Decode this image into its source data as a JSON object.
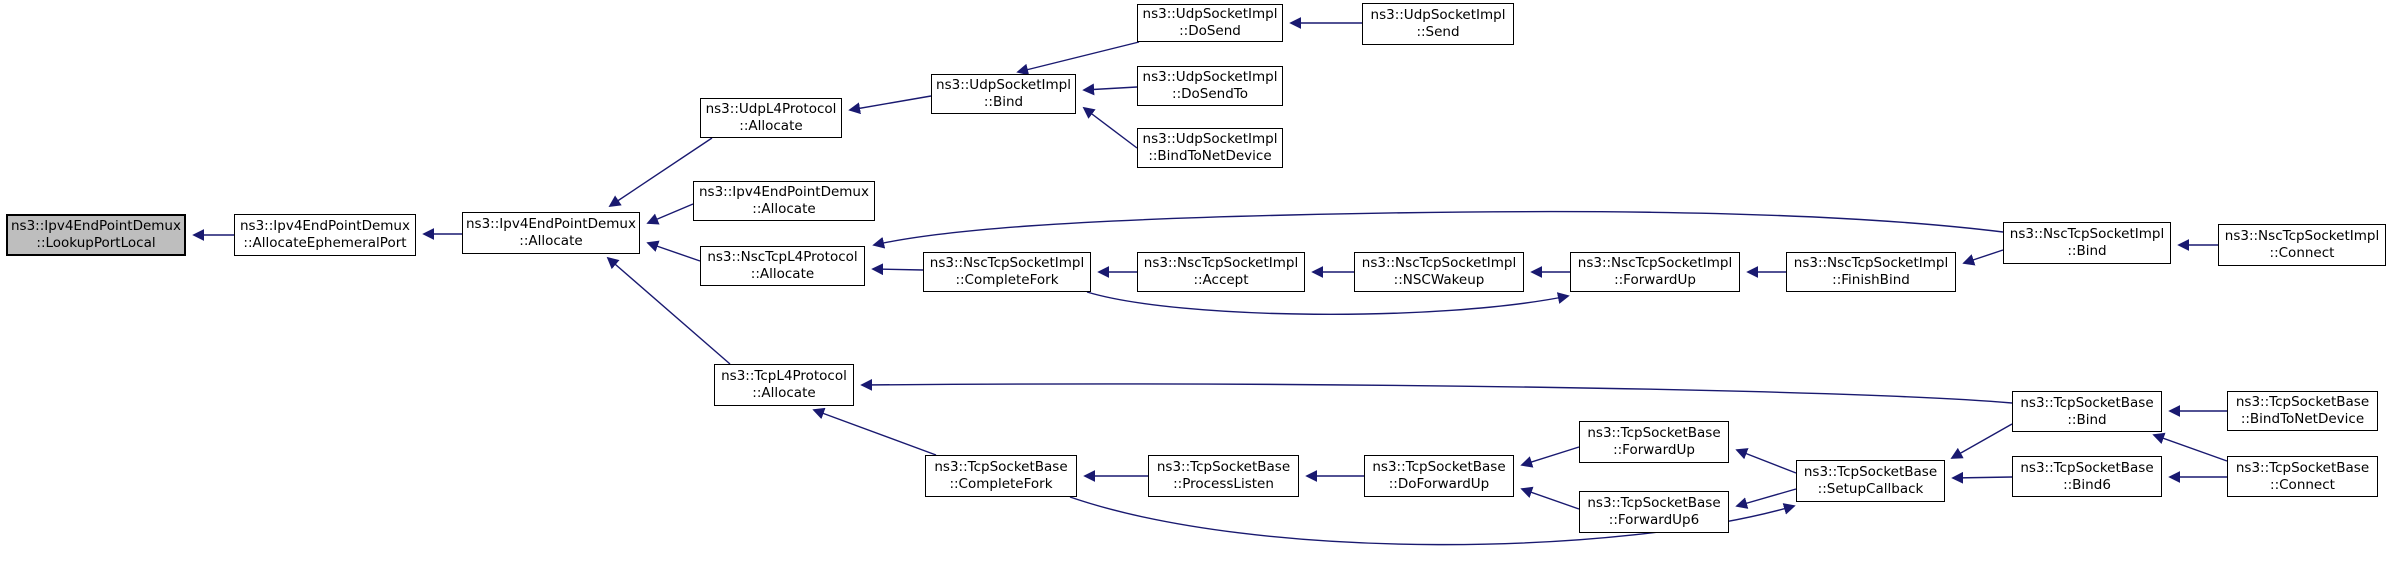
{
  "diagram": {
    "type": "doxygen-caller-graph",
    "root_function": "ns3::Ipv4EndPointDemux::LookupPortLocal"
  },
  "colors": {
    "edge": "#191970",
    "root_fill": "#bebebe",
    "node_fill": "#ffffff",
    "node_border": "#000000"
  },
  "nodes": {
    "root": {
      "l1": "ns3::Ipv4EndPointDemux",
      "l2": "::LookupPortLocal"
    },
    "aep": {
      "l1": "ns3::Ipv4EndPointDemux",
      "l2": "::AllocateEphemeralPort"
    },
    "alloc": {
      "l1": "ns3::Ipv4EndPointDemux",
      "l2": "::Allocate"
    },
    "udpL4": {
      "l1": "ns3::UdpL4Protocol",
      "l2": "::Allocate"
    },
    "allocOv": {
      "l1": "ns3::Ipv4EndPointDemux",
      "l2": "::Allocate"
    },
    "nscL4": {
      "l1": "ns3::NscTcpL4Protocol",
      "l2": "::Allocate"
    },
    "tcpL4": {
      "l1": "ns3::TcpL4Protocol",
      "l2": "::Allocate"
    },
    "udpBind": {
      "l1": "ns3::UdpSocketImpl",
      "l2": "::Bind"
    },
    "doSend": {
      "l1": "ns3::UdpSocketImpl",
      "l2": "::DoSend"
    },
    "send": {
      "l1": "ns3::UdpSocketImpl",
      "l2": "::Send"
    },
    "doSendTo": {
      "l1": "ns3::UdpSocketImpl",
      "l2": "::DoSendTo"
    },
    "bindToNet": {
      "l1": "ns3::UdpSocketImpl",
      "l2": "::BindToNetDevice"
    },
    "nscFork": {
      "l1": "ns3::NscTcpSocketImpl",
      "l2": "::CompleteFork"
    },
    "nscAccept": {
      "l1": "ns3::NscTcpSocketImpl",
      "l2": "::Accept"
    },
    "nscWake": {
      "l1": "ns3::NscTcpSocketImpl",
      "l2": "::NSCWakeup"
    },
    "nscFwd": {
      "l1": "ns3::NscTcpSocketImpl",
      "l2": "::ForwardUp"
    },
    "nscFinish": {
      "l1": "ns3::NscTcpSocketImpl",
      "l2": "::FinishBind"
    },
    "nscBind": {
      "l1": "ns3::NscTcpSocketImpl",
      "l2": "::Bind"
    },
    "nscConn": {
      "l1": "ns3::NscTcpSocketImpl",
      "l2": "::Connect"
    },
    "tcpFork": {
      "l1": "ns3::TcpSocketBase",
      "l2": "::CompleteFork"
    },
    "tcpListen": {
      "l1": "ns3::TcpSocketBase",
      "l2": "::ProcessListen"
    },
    "tcpDoFwd": {
      "l1": "ns3::TcpSocketBase",
      "l2": "::DoForwardUp"
    },
    "tcpFwd": {
      "l1": "ns3::TcpSocketBase",
      "l2": "::ForwardUp"
    },
    "tcpFwd6": {
      "l1": "ns3::TcpSocketBase",
      "l2": "::ForwardUp6"
    },
    "tcpSetup": {
      "l1": "ns3::TcpSocketBase",
      "l2": "::SetupCallback"
    },
    "tcpBind": {
      "l1": "ns3::TcpSocketBase",
      "l2": "::Bind"
    },
    "tcpBindNet": {
      "l1": "ns3::TcpSocketBase",
      "l2": "::BindToNetDevice"
    },
    "tcpBind6": {
      "l1": "ns3::TcpSocketBase",
      "l2": "::Bind6"
    },
    "tcpConn": {
      "l1": "ns3::TcpSocketBase",
      "l2": "::Connect"
    }
  },
  "edges": [
    {
      "caller": "aep",
      "callee": "root"
    },
    {
      "caller": "alloc",
      "callee": "aep"
    },
    {
      "caller": "udpL4",
      "callee": "alloc"
    },
    {
      "caller": "allocOv",
      "callee": "alloc"
    },
    {
      "caller": "nscL4",
      "callee": "alloc"
    },
    {
      "caller": "tcpL4",
      "callee": "alloc"
    },
    {
      "caller": "udpBind",
      "callee": "udpL4"
    },
    {
      "caller": "doSend",
      "callee": "udpBind"
    },
    {
      "caller": "send",
      "callee": "doSend"
    },
    {
      "caller": "doSendTo",
      "callee": "udpBind"
    },
    {
      "caller": "bindToNet",
      "callee": "udpBind"
    },
    {
      "caller": "nscFork",
      "callee": "nscL4"
    },
    {
      "caller": "nscAccept",
      "callee": "nscFork"
    },
    {
      "caller": "nscWake",
      "callee": "nscAccept"
    },
    {
      "caller": "nscFwd",
      "callee": "nscWake"
    },
    {
      "caller": "nscFinish",
      "callee": "nscFwd"
    },
    {
      "caller": "nscBind",
      "callee": "nscFinish"
    },
    {
      "caller": "nscBind",
      "callee": "nscL4"
    },
    {
      "caller": "nscConn",
      "callee": "nscBind"
    },
    {
      "caller": "nscFork",
      "callee": "nscFwd"
    },
    {
      "caller": "tcpBind",
      "callee": "tcpL4"
    },
    {
      "caller": "tcpFork",
      "callee": "tcpL4"
    },
    {
      "caller": "tcpListen",
      "callee": "tcpFork"
    },
    {
      "caller": "tcpDoFwd",
      "callee": "tcpListen"
    },
    {
      "caller": "tcpFwd",
      "callee": "tcpDoFwd"
    },
    {
      "caller": "tcpFwd6",
      "callee": "tcpDoFwd"
    },
    {
      "caller": "tcpSetup",
      "callee": "tcpFwd"
    },
    {
      "caller": "tcpSetup",
      "callee": "tcpFwd6"
    },
    {
      "caller": "tcpBind",
      "callee": "tcpSetup"
    },
    {
      "caller": "tcpBind6",
      "callee": "tcpSetup"
    },
    {
      "caller": "tcpBindNet",
      "callee": "tcpBind"
    },
    {
      "caller": "tcpConn",
      "callee": "tcpBind"
    },
    {
      "caller": "tcpConn",
      "callee": "tcpBind6"
    },
    {
      "caller": "tcpFork",
      "callee": "tcpSetup"
    }
  ]
}
